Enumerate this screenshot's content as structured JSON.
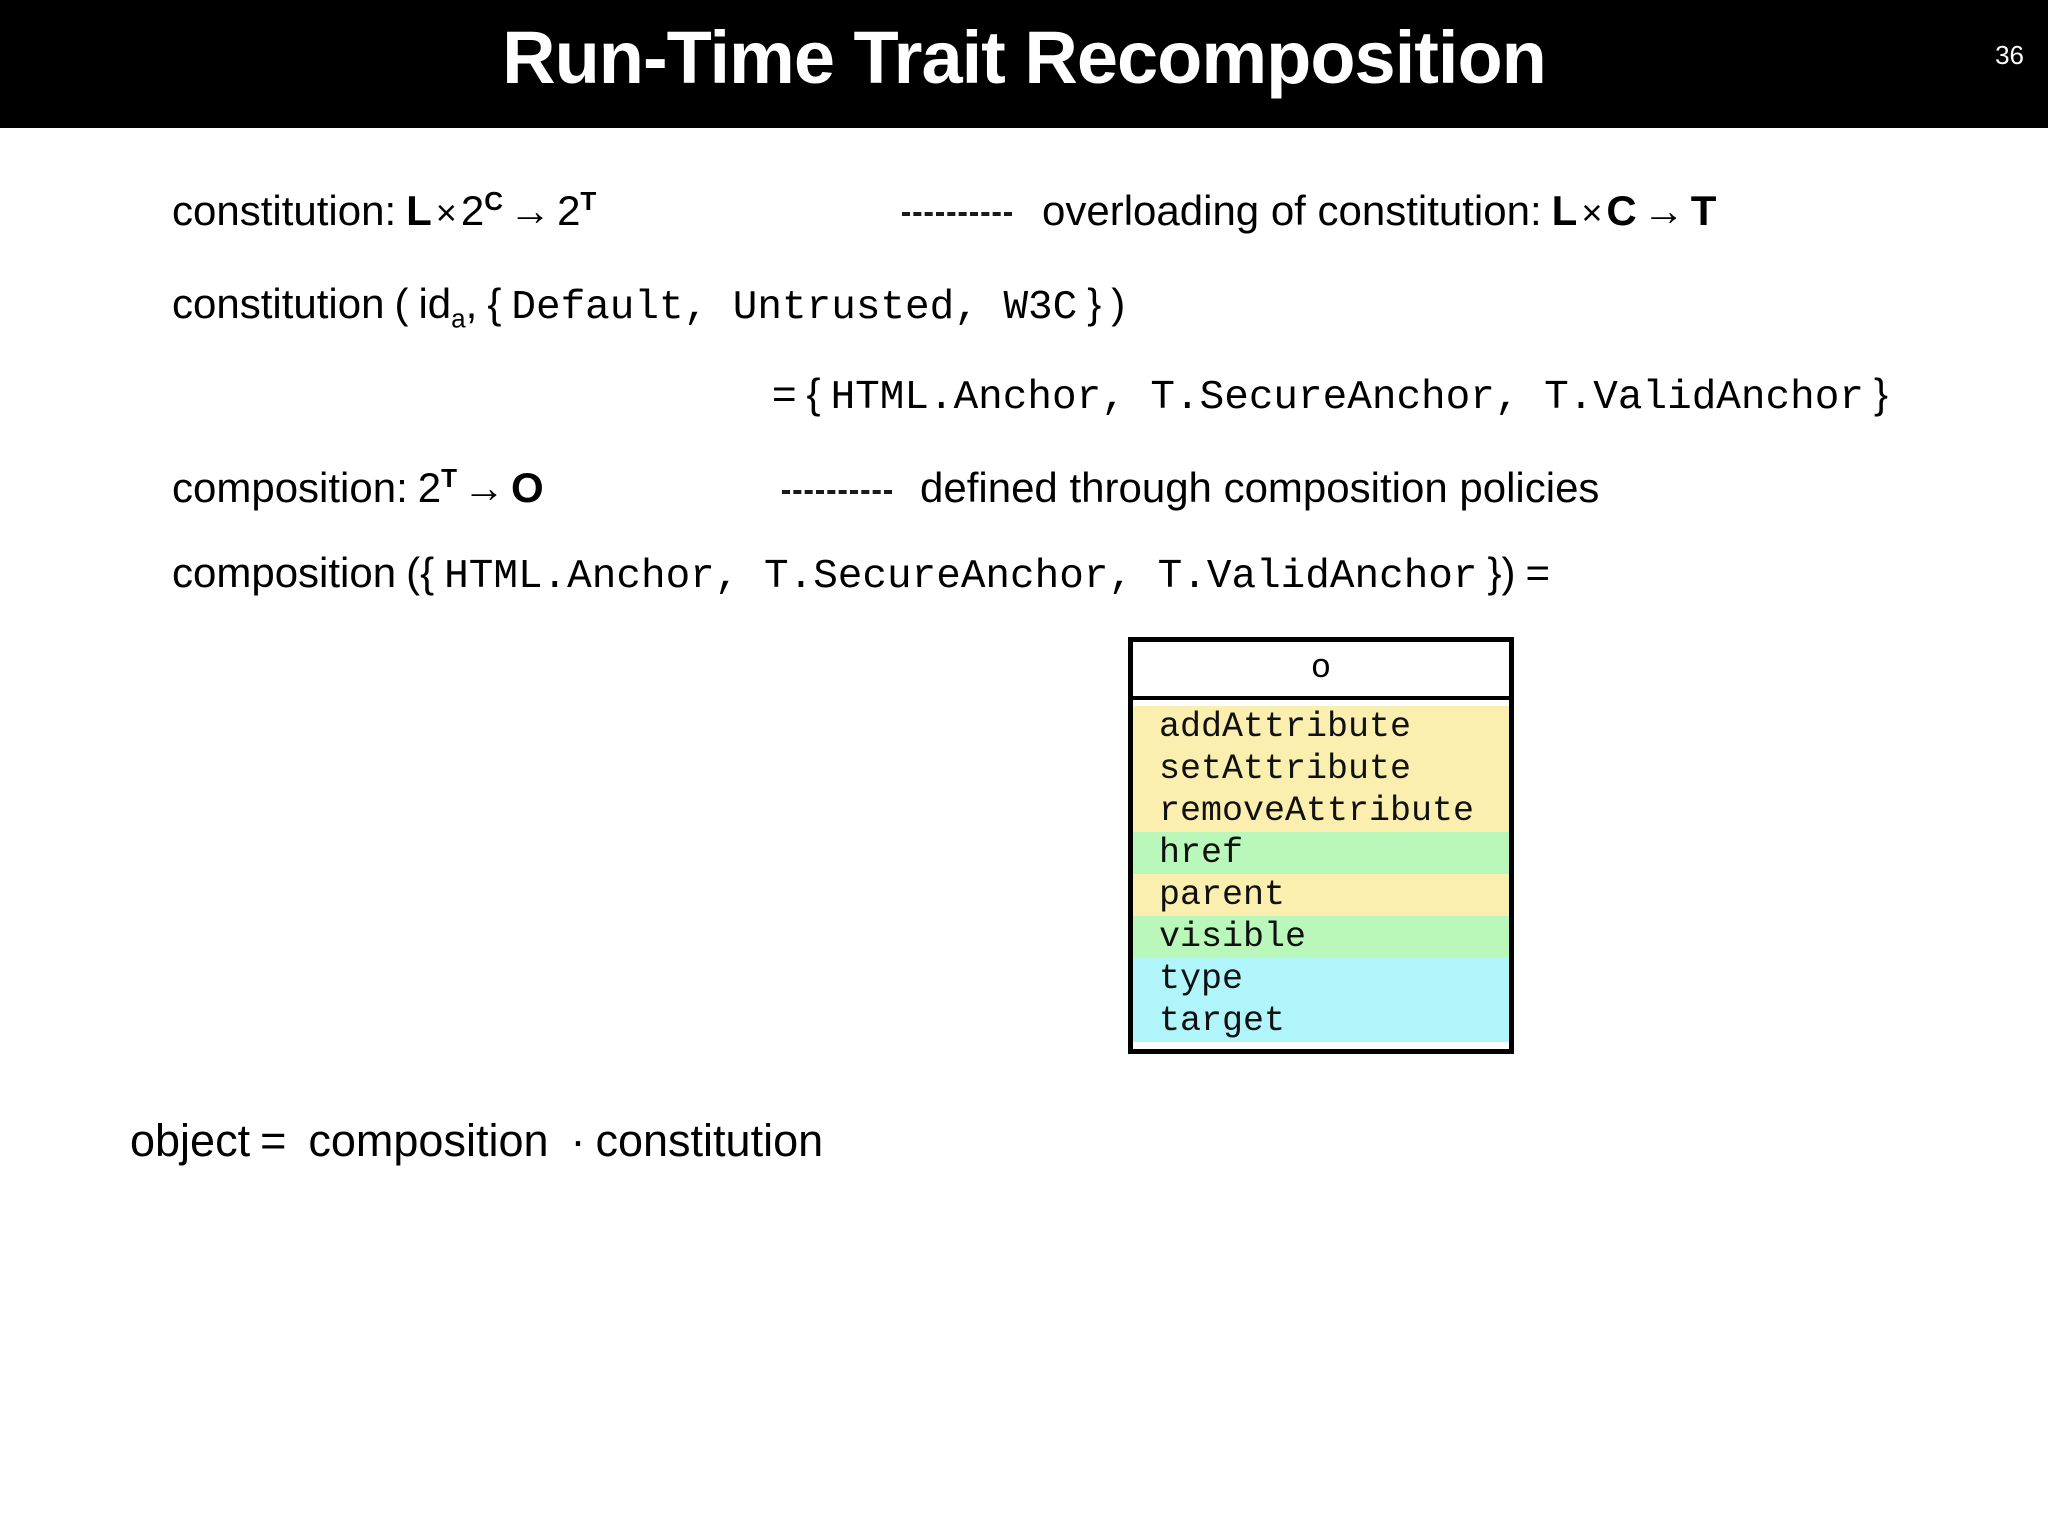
{
  "slide": {
    "title": "Run-Time Trait Recomposition",
    "number": "36",
    "title_bg": "#000000",
    "title_fg": "#ffffff",
    "background": "#ffffff"
  },
  "lines": {
    "constitution_signature": {
      "label": "constitution:",
      "domain": "L",
      "times": "×",
      "base_powerset": "2",
      "exp_c": "C",
      "arrow": "→",
      "result_base": "2",
      "exp_t": "T"
    },
    "constitution_note": {
      "prefix": "overloading of constitution:",
      "domain": "L",
      "times": "×",
      "mid": "C",
      "arrow": "→",
      "codomain": "T"
    },
    "constitution_call": {
      "name": "constitution",
      "open_paren": "(",
      "arg_id": "id",
      "arg_id_sub": "a",
      "comma": ",",
      "open_brace": "{",
      "set_items": "Default, Untrusted, W3C",
      "close_brace": "}",
      "close_paren": ")"
    },
    "constitution_result": {
      "equals": "=",
      "open_brace": "{",
      "set_items": "HTML.Anchor, T.SecureAnchor, T.ValidAnchor",
      "close_brace": "}"
    },
    "composition_signature": {
      "label": "composition:",
      "base": "2",
      "exp_t": "T",
      "arrow": "→",
      "codomain": "O"
    },
    "composition_note": {
      "text": "defined through composition policies"
    },
    "composition_call": {
      "name": "composition",
      "open_paren": "(",
      "open_brace": "{",
      "set_items": "HTML.Anchor, T.SecureAnchor, T.ValidAnchor",
      "close_brace": "}",
      "close_paren": ")",
      "equals": "="
    },
    "object_equation": {
      "lhs": "object",
      "equals": "=",
      "first": "composition",
      "operator": "·",
      "second": "constitution"
    }
  },
  "object_box": {
    "header": "o",
    "members": [
      {
        "name": "addAttribute",
        "group": "attribute-ops",
        "color": "#fbefb0"
      },
      {
        "name": "setAttribute",
        "group": "attribute-ops",
        "color": "#fbefb0"
      },
      {
        "name": "removeAttribute",
        "group": "attribute-ops",
        "color": "#fbefb0"
      },
      {
        "name": "href",
        "group": "secure",
        "color": "#baf7ba"
      },
      {
        "name": "parent",
        "group": "attribute-ops",
        "color": "#fbefb0"
      },
      {
        "name": "visible",
        "group": "secure",
        "color": "#baf7ba"
      },
      {
        "name": "type",
        "group": "valid",
        "color": "#b0f5fa"
      },
      {
        "name": "target",
        "group": "valid",
        "color": "#b0f5fa"
      }
    ],
    "legend_colors": {
      "attribute_ops": "#fbefb0",
      "secure": "#baf7ba",
      "valid": "#b0f5fa"
    }
  },
  "leaders": {
    "style": "dashed",
    "color": "#1a1a1a",
    "count": 2
  }
}
